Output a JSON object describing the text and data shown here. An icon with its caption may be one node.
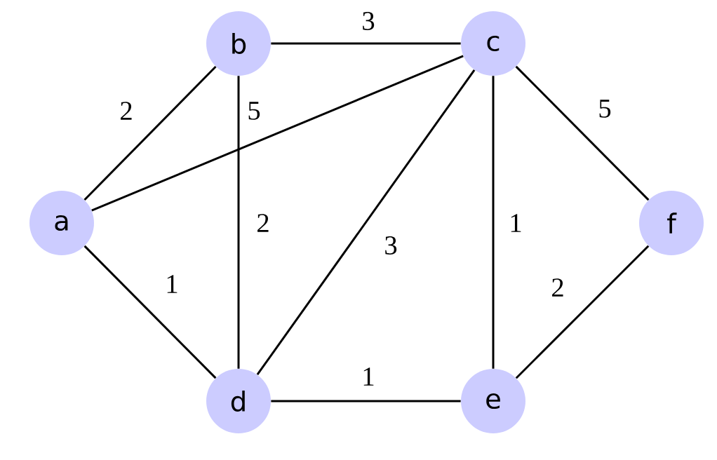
{
  "diagram": {
    "nodes": [
      {
        "text": [
          "a"
        ]
      },
      {
        "text": [
          "b"
        ]
      },
      {
        "text": [
          "c"
        ]
      },
      {
        "text": [
          "d"
        ]
      },
      {
        "text": [
          "e"
        ]
      },
      {
        "text": [
          "f"
        ]
      }
    ],
    "edges": [
      {
        "from": 0,
        "to": 1,
        "arrow": "none",
        "label": "2"
      },
      {
        "from": 1,
        "to": 2,
        "arrow": "none",
        "label": "3"
      },
      {
        "from": 0,
        "to": 2,
        "arrow": "none",
        "label": "5"
      },
      {
        "from": 1,
        "to": 3,
        "arrow": "none",
        "label": "2"
      },
      {
        "from": 2,
        "to": 3,
        "arrow": "none",
        "label": "3"
      },
      {
        "from": 2,
        "to": 4,
        "arrow": "none",
        "label": "1"
      },
      {
        "from": 2,
        "to": 5,
        "arrow": "none",
        "label": "5"
      },
      {
        "from": 0,
        "to": 3,
        "arrow": "none",
        "label": "1"
      },
      {
        "from": 3,
        "to": 4,
        "arrow": "none",
        "label": "1"
      },
      {
        "from": 4,
        "to": 5,
        "arrow": "none",
        "label": "2"
      }
    ]
  }
}
